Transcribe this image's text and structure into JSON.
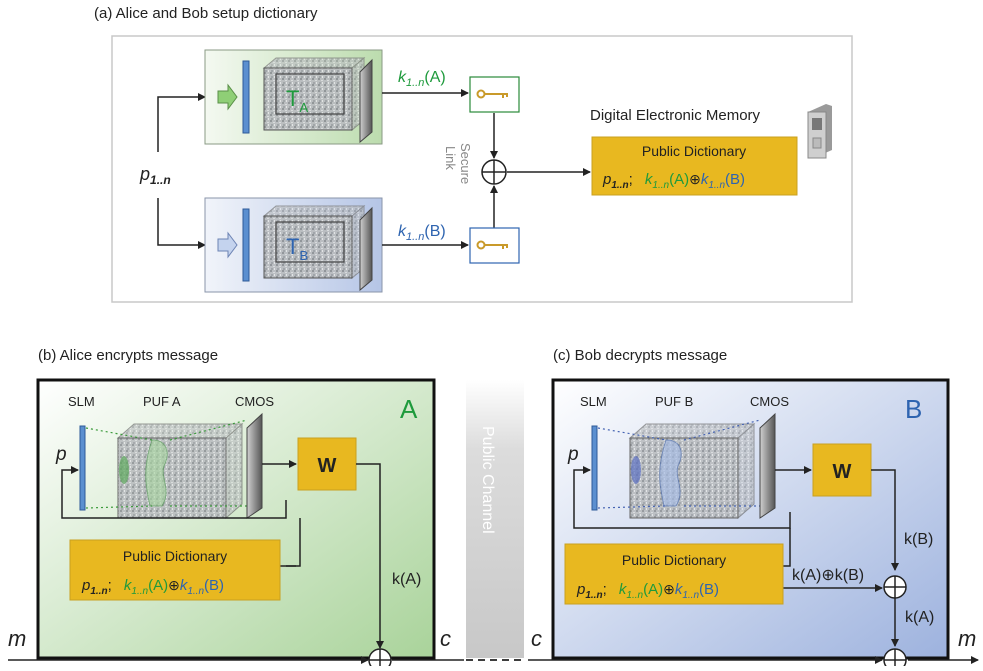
{
  "panel_a": {
    "title": "(a) Alice and Bob setup dictionary",
    "input_p": "p",
    "input_p_sub": "1..n",
    "token_a": "T",
    "token_a_sub": "A",
    "token_b": "T",
    "token_b_sub": "B",
    "key_a": {
      "k": "k",
      "sub": "1..n",
      "arg": "(A)"
    },
    "key_b": {
      "k": "k",
      "sub": "1..n",
      "arg": "(B)"
    },
    "secure_link_1": "Secure",
    "secure_link_2": "Link",
    "memory_label": "Digital Electronic Memory",
    "dictionary_title": "Public Dictionary"
  },
  "dictionary_entry": {
    "p": "p",
    "p_sub": "1..n",
    "sep": ";",
    "ka": "k",
    "ka_sub": "1..n",
    "ka_arg": "(A)",
    "xor": "⊕",
    "kb": "k",
    "kb_sub": "1..n",
    "kb_arg": "(B)"
  },
  "panel_b": {
    "title": "(b) Alice encrypts message",
    "corner": "A",
    "slm": "SLM",
    "puf": "PUF A",
    "cmos": "CMOS",
    "p": "p",
    "w": "W",
    "dictionary_title": "Public Dictionary",
    "key": "k(A)",
    "m": "m",
    "c": "c"
  },
  "channel": {
    "label": "Public Channel"
  },
  "panel_c": {
    "title": "(c) Bob decrypts message",
    "corner": "B",
    "slm": "SLM",
    "puf": "PUF B",
    "cmos": "CMOS",
    "p": "p",
    "w": "W",
    "dictionary_title": "Public Dictionary",
    "key_b": "k(B)",
    "key_xor": "k(A)⊕k(B)",
    "key_a": "k(A)",
    "c": "c",
    "m": "m"
  },
  "colors": {
    "green": "#1e9a3c",
    "blue": "#2e64b0",
    "gold": "#e8b820",
    "panel_green": "#d9ecd2",
    "panel_blue": "#d6e0f2"
  }
}
